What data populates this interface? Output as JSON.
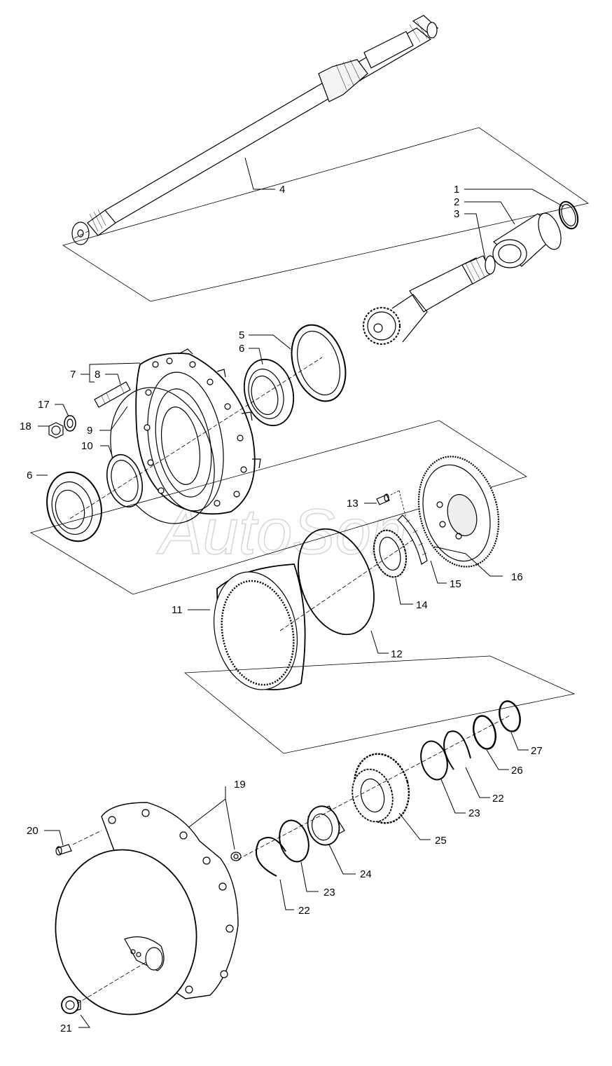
{
  "watermark": "AutoSon",
  "callouts": [
    {
      "id": "c1",
      "text": "1"
    },
    {
      "id": "c2",
      "text": "2"
    },
    {
      "id": "c3",
      "text": "3"
    },
    {
      "id": "c4",
      "text": "4"
    },
    {
      "id": "c5",
      "text": "5"
    },
    {
      "id": "c6a",
      "text": "6"
    },
    {
      "id": "c6b",
      "text": "6"
    },
    {
      "id": "c7",
      "text": "7"
    },
    {
      "id": "c8",
      "text": "8"
    },
    {
      "id": "c9",
      "text": "9"
    },
    {
      "id": "c10",
      "text": "10"
    },
    {
      "id": "c11",
      "text": "11"
    },
    {
      "id": "c12",
      "text": "12"
    },
    {
      "id": "c13",
      "text": "13"
    },
    {
      "id": "c14",
      "text": "14"
    },
    {
      "id": "c15",
      "text": "15"
    },
    {
      "id": "c16",
      "text": "16"
    },
    {
      "id": "c17",
      "text": "17"
    },
    {
      "id": "c18",
      "text": "18"
    },
    {
      "id": "c19",
      "text": "19"
    },
    {
      "id": "c20",
      "text": "20"
    },
    {
      "id": "c21",
      "text": "21"
    },
    {
      "id": "c22a",
      "text": "22"
    },
    {
      "id": "c22b",
      "text": "22"
    },
    {
      "id": "c23a",
      "text": "23"
    },
    {
      "id": "c23b",
      "text": "23"
    },
    {
      "id": "c24",
      "text": "24"
    },
    {
      "id": "c25",
      "text": "25"
    },
    {
      "id": "c26",
      "text": "26"
    },
    {
      "id": "c27",
      "text": "27"
    }
  ]
}
